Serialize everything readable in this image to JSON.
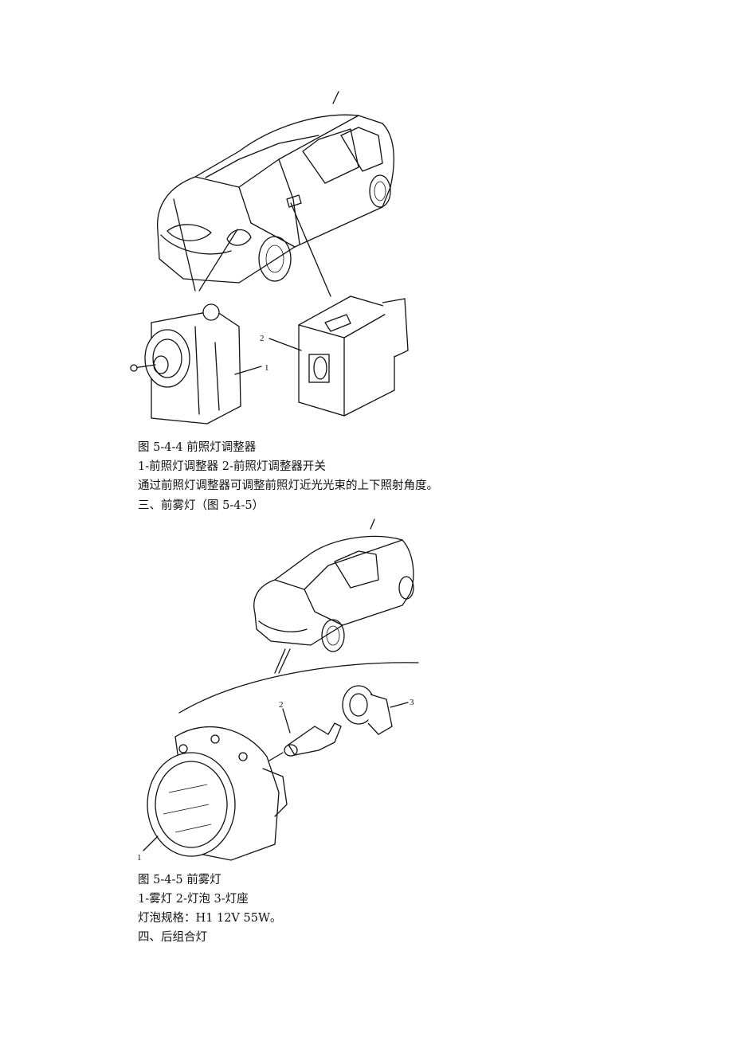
{
  "figure1": {
    "callouts": [
      "1",
      "2"
    ]
  },
  "paragraph1": {
    "caption": "图 5-4-4    前照灯调整器",
    "legend": "1-前照灯调整器    2-前照灯调整器开关",
    "body": "通过前照灯调整器可调整前照灯近光光束的上下照射角度。",
    "heading": "三、前雾灯（图 5-4-5）"
  },
  "figure2": {
    "callouts": [
      "1",
      "2",
      "3"
    ]
  },
  "paragraph2": {
    "caption": "图 5-4-5    前雾灯",
    "legend": "1-雾灯    2-灯泡    3-灯座",
    "body": "灯泡规格：H1 12V 55W。",
    "heading": "四、后组合灯"
  }
}
